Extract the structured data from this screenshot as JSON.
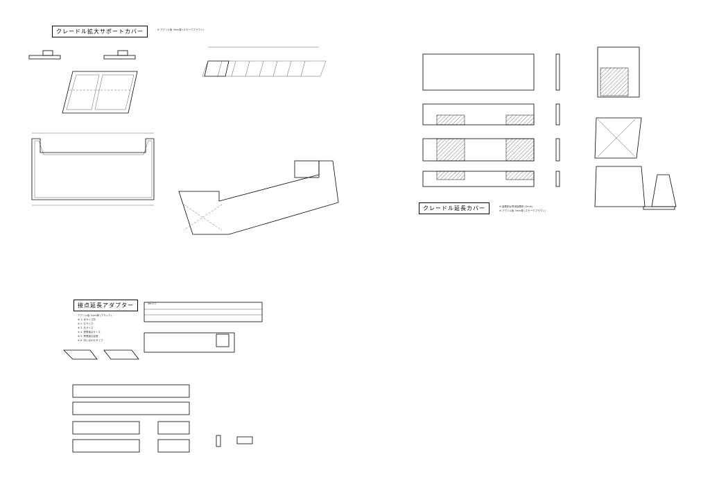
{
  "sheets": [
    {
      "title": "クレードル拡大サポートカバー",
      "notes": [
        "※ アクリル板 3mm厚 (スモークブラウン)"
      ]
    },
    {
      "title": "クレードル延長カバー",
      "notes": [
        "※ 接着剤は専用接着剤 (3mm)",
        "※ アクリル板 3mm厚 (スモークブラウン)"
      ]
    },
    {
      "title": "接点延長アダプター",
      "version": "Ver.2.1",
      "notes": [
        "アクリル板 3mm厚 (ブラック)",
        "※ 1. 全サイズ共",
        "※ 2. 左サイズ",
        "※ 3. 右サイズ",
        "※ 4. 受電接点サイズ",
        "※ 5. 受電接点延長",
        "※ 6. 向い合わせタイプ"
      ]
    }
  ]
}
